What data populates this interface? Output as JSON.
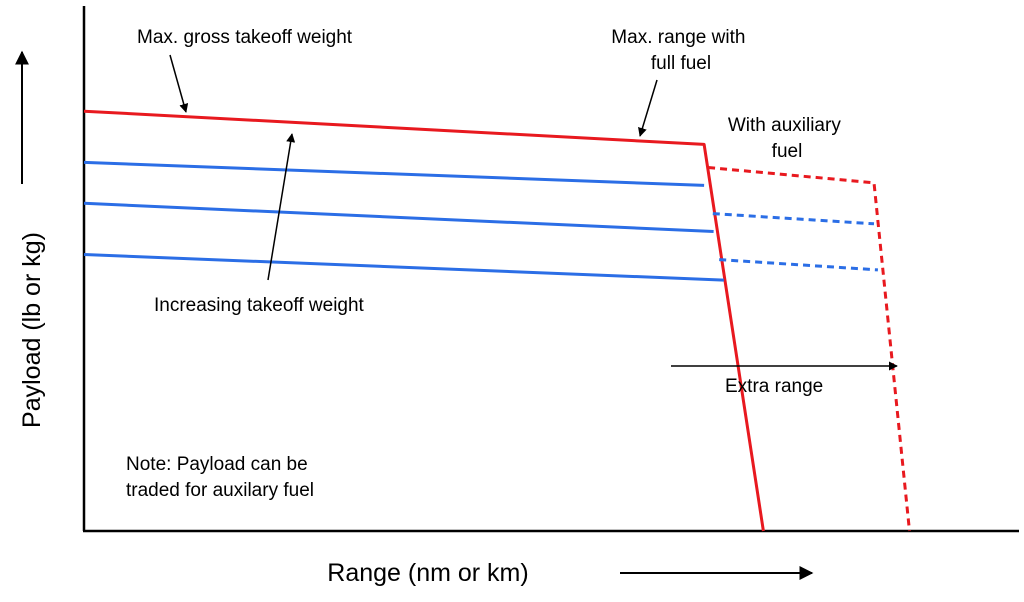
{
  "chart_data": {
    "type": "line",
    "title": "",
    "xlabel": "Range (nm or km)",
    "ylabel": "Payload (lb or kg)",
    "axis_arrows": true,
    "ticks": "none",
    "grid": false,
    "series": [
      {
        "style": "solid-red",
        "color": "#e8191f",
        "points": [
          [
            0,
            0.82
          ],
          [
            0.785,
            0.755
          ],
          [
            0.86,
            0
          ]
        ]
      },
      {
        "style": "solid-blue",
        "color": "#2b6ee6",
        "points": [
          [
            0,
            0.72
          ],
          [
            0.785,
            0.675
          ]
        ]
      },
      {
        "style": "solid-blue",
        "color": "#2b6ee6",
        "points": [
          [
            0,
            0.64
          ],
          [
            0.797,
            0.585
          ]
        ]
      },
      {
        "style": "solid-blue",
        "color": "#2b6ee6",
        "points": [
          [
            0,
            0.54
          ],
          [
            0.81,
            0.49
          ]
        ]
      },
      {
        "style": "dashed-red",
        "color": "#e8191f",
        "points": [
          [
            0.79,
            0.71
          ],
          [
            1.0,
            0.68
          ],
          [
            1.045,
            0
          ]
        ]
      },
      {
        "style": "dashed-blue",
        "color": "#2b6ee6",
        "points": [
          [
            0.796,
            0.62
          ],
          [
            1.0,
            0.6
          ]
        ]
      },
      {
        "style": "dashed-blue",
        "color": "#2b6ee6",
        "points": [
          [
            0.804,
            0.53
          ],
          [
            1.005,
            0.51
          ]
        ]
      }
    ],
    "annotations": {
      "max_gross": {
        "lines": [
          "Max. gross takeoff weight"
        ]
      },
      "max_range": {
        "lines": [
          "Max. range with",
          "full fuel"
        ]
      },
      "aux_fuel": {
        "lines": [
          "With auxiliary",
          "fuel"
        ]
      },
      "increasing": {
        "lines": [
          "Increasing takeoff weight"
        ]
      },
      "extra_range": {
        "lines": [
          "Extra range"
        ]
      },
      "note": {
        "lines": [
          "Note: Payload can be",
          "traded for auxilary fuel"
        ]
      }
    }
  }
}
